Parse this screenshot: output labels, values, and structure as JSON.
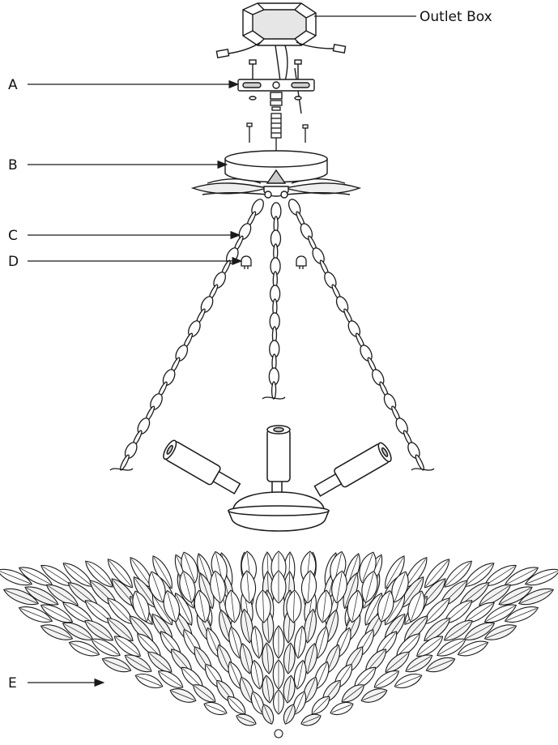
{
  "labels": {
    "outlet_box": "Outlet Box",
    "a": "A",
    "b": "B",
    "c": "C",
    "d": "D",
    "e": "E"
  },
  "colors": {
    "line": "#1a1a1a",
    "fill": "#ffffff",
    "shade": "#d9d9d9"
  }
}
